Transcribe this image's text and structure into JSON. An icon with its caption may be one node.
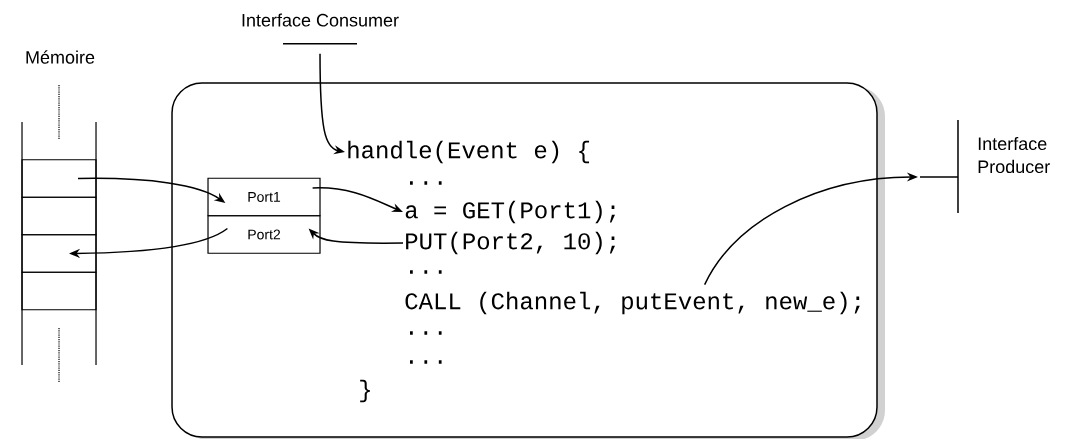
{
  "diagram": {
    "nodes": [
      {
        "text": [
          "Interface Consumer"
        ]
      },
      {
        "text": [
          "Mémoire"
        ]
      },
      {
        "text": [],
        "shape": "box"
      },
      {
        "text": [],
        "shape": "box"
      },
      {
        "text": [],
        "shape": "box"
      },
      {
        "text": [],
        "shape": "box"
      },
      {
        "text": [],
        "shape": "box"
      },
      {
        "text": [
          "Port1"
        ],
        "in": 6
      },
      {
        "text": [
          "Port2"
        ],
        "in": 6
      },
      {
        "text": [
          "handle(Event e) {"
        ],
        "in": 6
      },
      {
        "text": [
          "a = GET(Port1);"
        ],
        "in": 6
      },
      {
        "text": [
          "PUT(Port2, 10);"
        ],
        "in": 6
      },
      {
        "text": [
          "CALL (Channel, putEvent, new_e);"
        ],
        "in": 6
      },
      {
        "text": [
          "Interface Producer"
        ]
      }
    ],
    "edges": [
      {
        "from": 0,
        "to": 9,
        "arrow": "to"
      },
      {
        "from": 2,
        "to": 7,
        "arrow": "to"
      },
      {
        "from": 7,
        "to": 10,
        "arrow": "to"
      },
      {
        "from": 11,
        "to": 8,
        "arrow": "to"
      },
      {
        "from": 8,
        "to": 4,
        "arrow": "to"
      },
      {
        "from": 12,
        "to": 13,
        "arrow": "to"
      }
    ],
    "labels": [
      "...",
      "...",
      "...",
      "...",
      "}"
    ]
  }
}
